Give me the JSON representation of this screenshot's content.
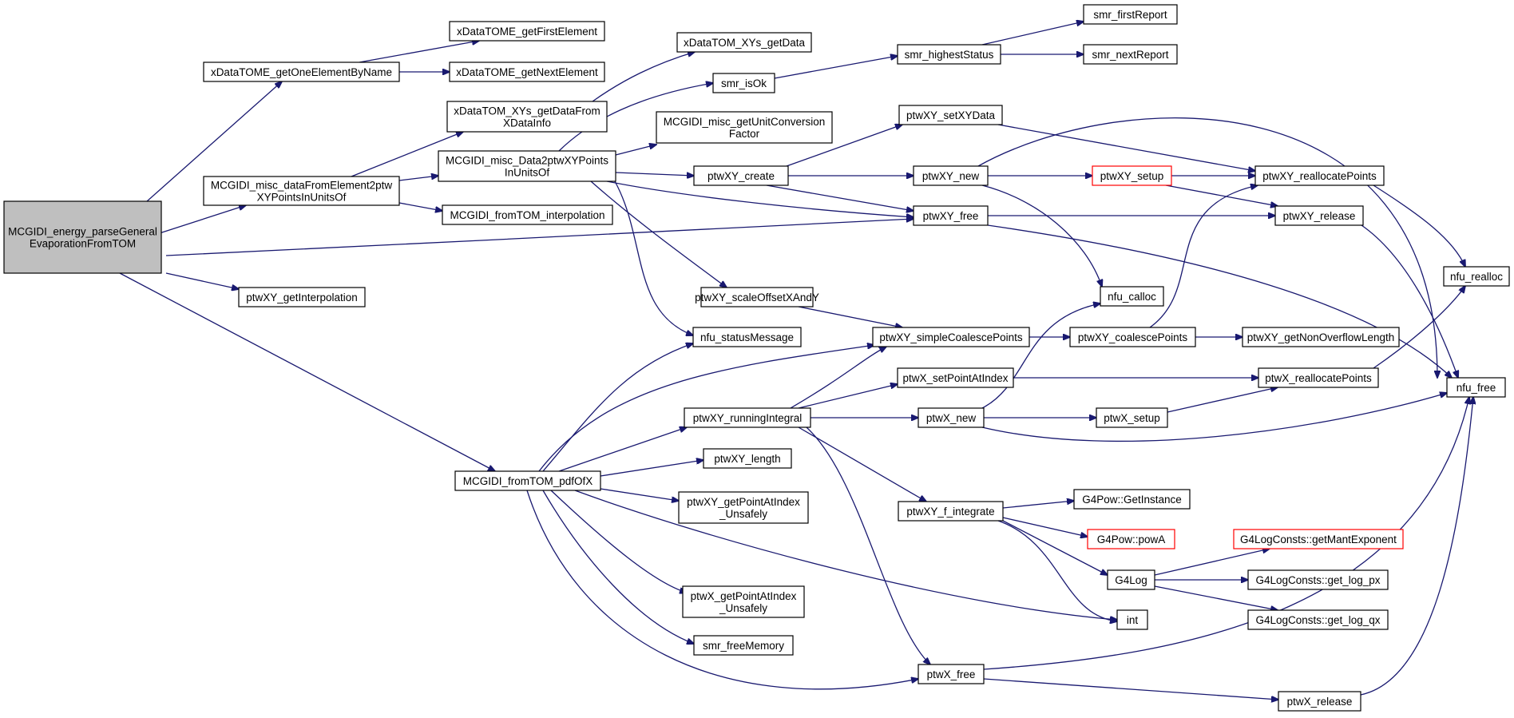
{
  "colors": {
    "edge": "#191970",
    "node_border": "#000000",
    "node_fill": "#ffffff",
    "root_fill": "#bfbfbf",
    "highlight_border": "#ff0000"
  },
  "nodes": [
    {
      "id": "root",
      "lines": [
        "MCGIDI_energy_parseGeneral",
        "EvaporationFromTOM"
      ],
      "style": "root"
    },
    {
      "id": "getOneElementByName",
      "lines": [
        "xDataTOME_getOneElementByName"
      ]
    },
    {
      "id": "getFirstElement",
      "lines": [
        "xDataTOME_getFirstElement"
      ]
    },
    {
      "id": "getNextElement",
      "lines": [
        "xDataTOME_getNextElement"
      ]
    },
    {
      "id": "dataFromElement",
      "lines": [
        "MCGIDI_misc_dataFromElement2ptw",
        "XYPointsInUnitsOf"
      ]
    },
    {
      "id": "xys_getDataFromXDataInfo",
      "lines": [
        "xDataTOM_XYs_getDataFrom",
        "XDataInfo"
      ]
    },
    {
      "id": "xys_getData",
      "lines": [
        "xDataTOM_XYs_getData"
      ]
    },
    {
      "id": "data2ptwXY",
      "lines": [
        "MCGIDI_misc_Data2ptwXYPoints",
        "InUnitsOf"
      ]
    },
    {
      "id": "smr_isOk",
      "lines": [
        "smr_isOk"
      ]
    },
    {
      "id": "smr_highestStatus",
      "lines": [
        "smr_highestStatus"
      ]
    },
    {
      "id": "smr_firstReport",
      "lines": [
        "smr_firstReport"
      ]
    },
    {
      "id": "smr_nextReport",
      "lines": [
        "smr_nextReport"
      ]
    },
    {
      "id": "getUnitConversion",
      "lines": [
        "MCGIDI_misc_getUnitConversion",
        "Factor"
      ]
    },
    {
      "id": "fromTOM_interpolation",
      "lines": [
        "MCGIDI_fromTOM_interpolation"
      ]
    },
    {
      "id": "ptwXY_setXYData",
      "lines": [
        "ptwXY_setXYData"
      ]
    },
    {
      "id": "ptwXY_create",
      "lines": [
        "ptwXY_create"
      ]
    },
    {
      "id": "ptwXY_new",
      "lines": [
        "ptwXY_new"
      ]
    },
    {
      "id": "ptwXY_setup",
      "lines": [
        "ptwXY_setup"
      ],
      "style": "red"
    },
    {
      "id": "ptwXY_reallocatePoints",
      "lines": [
        "ptwXY_reallocatePoints"
      ]
    },
    {
      "id": "ptwXY_free",
      "lines": [
        "ptwXY_free"
      ]
    },
    {
      "id": "ptwXY_release",
      "lines": [
        "ptwXY_release"
      ]
    },
    {
      "id": "nfu_realloc",
      "lines": [
        "nfu_realloc"
      ]
    },
    {
      "id": "nfu_calloc",
      "lines": [
        "nfu_calloc"
      ]
    },
    {
      "id": "ptwXY_getInterpolation",
      "lines": [
        "ptwXY_getInterpolation"
      ]
    },
    {
      "id": "ptwXY_scaleOffsetXAndY",
      "lines": [
        "ptwXY_scaleOffsetXAndY"
      ]
    },
    {
      "id": "nfu_statusMessage",
      "lines": [
        "nfu_statusMessage"
      ]
    },
    {
      "id": "ptwXY_simpleCoalescePoints",
      "lines": [
        "ptwXY_simpleCoalescePoints"
      ]
    },
    {
      "id": "ptwXY_coalescePoints",
      "lines": [
        "ptwXY_coalescePoints"
      ]
    },
    {
      "id": "ptwXY_getNonOverflowLength",
      "lines": [
        "ptwXY_getNonOverflowLength"
      ]
    },
    {
      "id": "ptwX_setPointAtIndex",
      "lines": [
        "ptwX_setPointAtIndex"
      ]
    },
    {
      "id": "ptwX_reallocatePoints",
      "lines": [
        "ptwX_reallocatePoints"
      ]
    },
    {
      "id": "nfu_free",
      "lines": [
        "nfu_free"
      ]
    },
    {
      "id": "ptwXY_runningIntegral",
      "lines": [
        "ptwXY_runningIntegral"
      ]
    },
    {
      "id": "ptwX_new",
      "lines": [
        "ptwX_new"
      ]
    },
    {
      "id": "ptwX_setup",
      "lines": [
        "ptwX_setup"
      ]
    },
    {
      "id": "ptwXY_length",
      "lines": [
        "ptwXY_length"
      ]
    },
    {
      "id": "fromTOM_pdfOfX",
      "lines": [
        "MCGIDI_fromTOM_pdfOfX"
      ]
    },
    {
      "id": "ptwXY_f_integrate",
      "lines": [
        "ptwXY_f_integrate"
      ]
    },
    {
      "id": "G4Pow_GetInstance",
      "lines": [
        "G4Pow::GetInstance"
      ]
    },
    {
      "id": "G4Pow_powA",
      "lines": [
        "G4Pow::powA"
      ],
      "style": "red"
    },
    {
      "id": "ptwXY_getPointAtIndex_Unsafely",
      "lines": [
        "ptwXY_getPointAtIndex",
        "_Unsafely"
      ]
    },
    {
      "id": "G4LogConsts_getMantExponent",
      "lines": [
        "G4LogConsts::getMantExponent"
      ],
      "style": "red"
    },
    {
      "id": "G4Log",
      "lines": [
        "G4Log"
      ]
    },
    {
      "id": "G4LogConsts_get_log_px",
      "lines": [
        "G4LogConsts::get_log_px"
      ]
    },
    {
      "id": "ptwX_getPointAtIndex_Unsafely",
      "lines": [
        "ptwX_getPointAtIndex",
        "_Unsafely"
      ]
    },
    {
      "id": "int",
      "lines": [
        "int"
      ]
    },
    {
      "id": "G4LogConsts_get_log_qx",
      "lines": [
        "G4LogConsts::get_log_qx"
      ]
    },
    {
      "id": "smr_freeMemory",
      "lines": [
        "smr_freeMemory"
      ]
    },
    {
      "id": "ptwX_free",
      "lines": [
        "ptwX_free"
      ]
    },
    {
      "id": "ptwX_release",
      "lines": [
        "ptwX_release"
      ]
    }
  ],
  "edges": [
    [
      "root",
      "getOneElementByName"
    ],
    [
      "root",
      "dataFromElement"
    ],
    [
      "root",
      "ptwXY_free"
    ],
    [
      "root",
      "ptwXY_getInterpolation"
    ],
    [
      "root",
      "fromTOM_pdfOfX"
    ],
    [
      "getOneElementByName",
      "getFirstElement"
    ],
    [
      "getOneElementByName",
      "getNextElement"
    ],
    [
      "dataFromElement",
      "xys_getDataFromXDataInfo"
    ],
    [
      "dataFromElement",
      "data2ptwXY"
    ],
    [
      "dataFromElement",
      "fromTOM_interpolation"
    ],
    [
      "xys_getDataFromXDataInfo",
      "xys_getData"
    ],
    [
      "data2ptwXY",
      "smr_isOk"
    ],
    [
      "data2ptwXY",
      "getUnitConversion"
    ],
    [
      "data2ptwXY",
      "ptwXY_create"
    ],
    [
      "data2ptwXY",
      "ptwXY_free"
    ],
    [
      "data2ptwXY",
      "ptwXY_scaleOffsetXAndY"
    ],
    [
      "data2ptwXY",
      "nfu_statusMessage"
    ],
    [
      "smr_isOk",
      "smr_highestStatus"
    ],
    [
      "smr_highestStatus",
      "smr_firstReport"
    ],
    [
      "smr_highestStatus",
      "smr_nextReport"
    ],
    [
      "ptwXY_create",
      "ptwXY_setXYData"
    ],
    [
      "ptwXY_create",
      "ptwXY_new"
    ],
    [
      "ptwXY_create",
      "ptwXY_free"
    ],
    [
      "ptwXY_setXYData",
      "ptwXY_reallocatePoints"
    ],
    [
      "ptwXY_new",
      "ptwXY_setup"
    ],
    [
      "ptwXY_new",
      "nfu_calloc"
    ],
    [
      "ptwXY_new",
      "nfu_free"
    ],
    [
      "ptwXY_setup",
      "ptwXY_reallocatePoints"
    ],
    [
      "ptwXY_setup",
      "ptwXY_release"
    ],
    [
      "ptwXY_reallocatePoints",
      "nfu_realloc"
    ],
    [
      "ptwXY_free",
      "ptwXY_release"
    ],
    [
      "ptwXY_free",
      "nfu_free"
    ],
    [
      "ptwXY_release",
      "nfu_free"
    ],
    [
      "ptwXY_scaleOffsetXAndY",
      "ptwXY_simpleCoalescePoints"
    ],
    [
      "ptwXY_simpleCoalescePoints",
      "ptwXY_coalescePoints"
    ],
    [
      "ptwXY_coalescePoints",
      "ptwXY_getNonOverflowLength"
    ],
    [
      "ptwXY_coalescePoints",
      "ptwXY_reallocatePoints"
    ],
    [
      "fromTOM_pdfOfX",
      "nfu_statusMessage"
    ],
    [
      "fromTOM_pdfOfX",
      "ptwXY_simpleCoalescePoints"
    ],
    [
      "fromTOM_pdfOfX",
      "ptwXY_runningIntegral"
    ],
    [
      "fromTOM_pdfOfX",
      "ptwXY_length"
    ],
    [
      "fromTOM_pdfOfX",
      "ptwXY_getPointAtIndex_Unsafely"
    ],
    [
      "fromTOM_pdfOfX",
      "ptwX_getPointAtIndex_Unsafely"
    ],
    [
      "fromTOM_pdfOfX",
      "smr_freeMemory"
    ],
    [
      "fromTOM_pdfOfX",
      "int"
    ],
    [
      "fromTOM_pdfOfX",
      "ptwX_free"
    ],
    [
      "ptwXY_runningIntegral",
      "ptwXY_simpleCoalescePoints"
    ],
    [
      "ptwXY_runningIntegral",
      "ptwX_setPointAtIndex"
    ],
    [
      "ptwXY_runningIntegral",
      "ptwX_new"
    ],
    [
      "ptwXY_runningIntegral",
      "ptwXY_f_integrate"
    ],
    [
      "ptwXY_runningIntegral",
      "ptwX_free"
    ],
    [
      "ptwX_setPointAtIndex",
      "ptwX_reallocatePoints"
    ],
    [
      "ptwX_new",
      "nfu_calloc"
    ],
    [
      "ptwX_new",
      "ptwX_setup"
    ],
    [
      "ptwX_new",
      "nfu_free"
    ],
    [
      "ptwX_setup",
      "ptwX_reallocatePoints"
    ],
    [
      "ptwX_reallocatePoints",
      "nfu_realloc"
    ],
    [
      "ptwXY_f_integrate",
      "G4Pow_GetInstance"
    ],
    [
      "ptwXY_f_integrate",
      "G4Pow_powA"
    ],
    [
      "ptwXY_f_integrate",
      "G4Log"
    ],
    [
      "ptwXY_f_integrate",
      "int"
    ],
    [
      "G4Log",
      "G4LogConsts_getMantExponent"
    ],
    [
      "G4Log",
      "G4LogConsts_get_log_px"
    ],
    [
      "G4Log",
      "G4LogConsts_get_log_qx"
    ],
    [
      "ptwX_free",
      "nfu_free"
    ],
    [
      "ptwX_free",
      "ptwX_release"
    ],
    [
      "ptwX_release",
      "nfu_free"
    ]
  ]
}
